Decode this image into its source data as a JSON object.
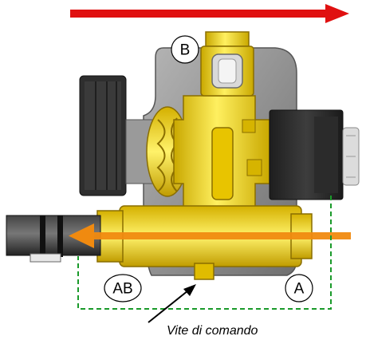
{
  "labels": {
    "port_b": "B",
    "port_ab": "AB",
    "port_a": "A",
    "caption": "Vite di comando"
  },
  "colors": {
    "top_arrow": "#e01010",
    "flow_arrow": "#f08a10",
    "dashed_path": "#1a9a2a",
    "brass": "#f2d200",
    "brass_dark": "#b89400",
    "housing": "#8c8c8c",
    "actuator": "#2a2a2a"
  },
  "icons": {
    "top_arrow": "arrow-right-icon",
    "flow_arrow": "arrow-left-icon",
    "pointer": "pointer-arrow-icon"
  }
}
